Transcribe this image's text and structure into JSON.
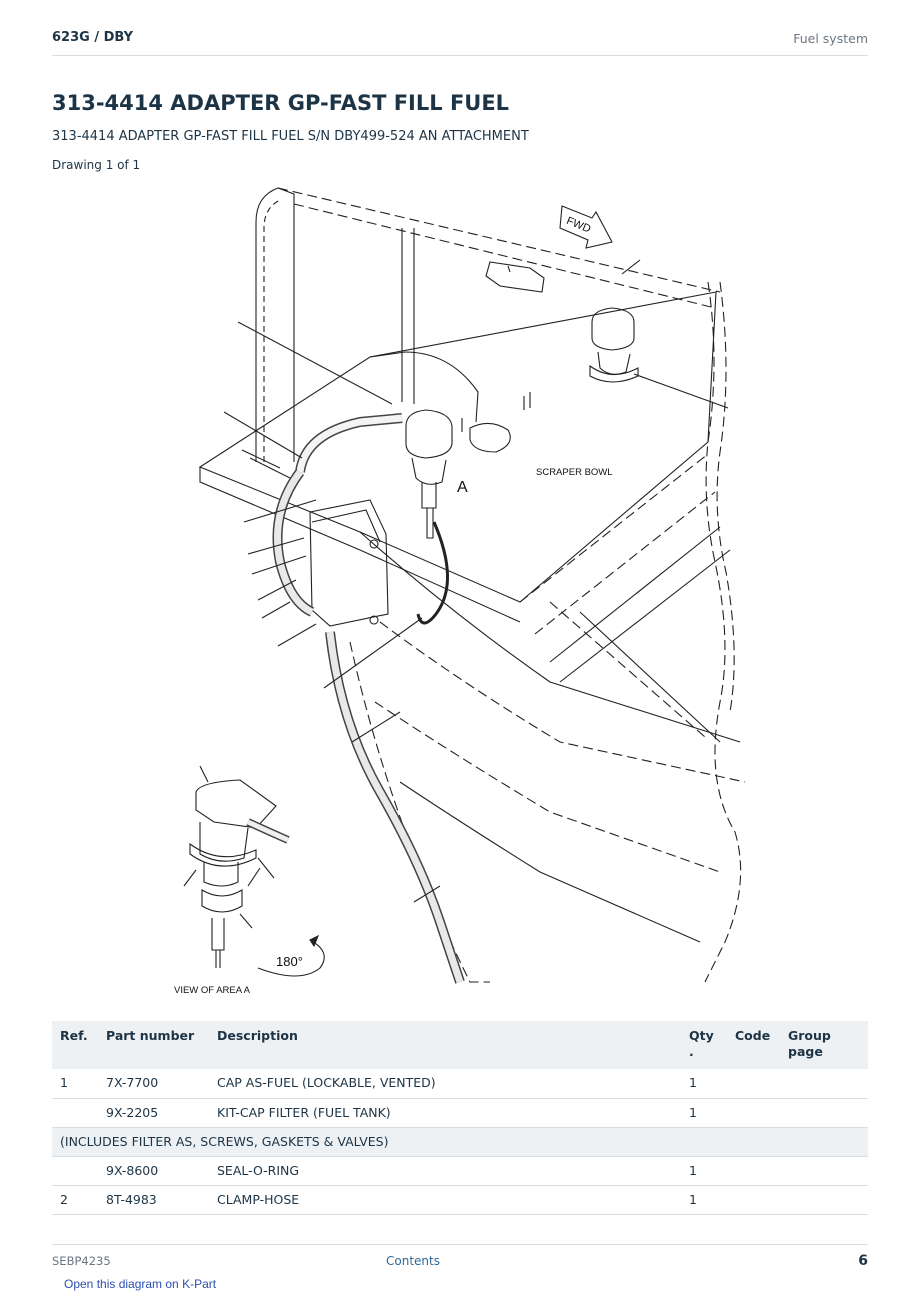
{
  "header": {
    "model": "623G  /  DBY",
    "section": "Fuel system"
  },
  "page_title": "313-4414 ADAPTER GP-FAST FILL FUEL",
  "subtitle": "313-4414 ADAPTER GP-FAST FILL FUEL S/N DBY499-524 AN ATTACHMENT",
  "drawing_label": "Drawing 1 of 1",
  "diagram": {
    "labels": {
      "fwd": "FWD",
      "area_a": "A",
      "scraper_bowl": "SCRAPER BOWL",
      "rotation": "180°",
      "view_of_area": "VIEW OF AREA A"
    }
  },
  "table": {
    "headers": {
      "ref": "Ref.",
      "part_number": "Part number",
      "description": "Description",
      "qty": "Qty\n.",
      "code": "Code",
      "group_page": "Group\npage"
    },
    "rows": [
      {
        "ref": "1",
        "part_number": "7X-7700",
        "description": "CAP AS-FUEL (LOCKABLE, VENTED)",
        "qty": "1",
        "code": "",
        "group_page": ""
      },
      {
        "ref": "",
        "part_number": "9X-2205",
        "description": "KIT-CAP FILTER (FUEL TANK)",
        "qty": "1",
        "code": "",
        "group_page": ""
      },
      {
        "note": "(INCLUDES FILTER AS, SCREWS, GASKETS & VALVES)"
      },
      {
        "ref": "",
        "part_number": "9X-8600",
        "description": "SEAL-O-RING",
        "qty": "1",
        "code": "",
        "group_page": ""
      },
      {
        "ref": "2",
        "part_number": "8T-4983",
        "description": "CLAMP-HOSE",
        "qty": "1",
        "code": "",
        "group_page": ""
      }
    ]
  },
  "footer": {
    "doc_number": "SEBP4235",
    "contents_link": "Contents",
    "page_number": "6"
  },
  "kpart_link": "Open this diagram on K-Part"
}
